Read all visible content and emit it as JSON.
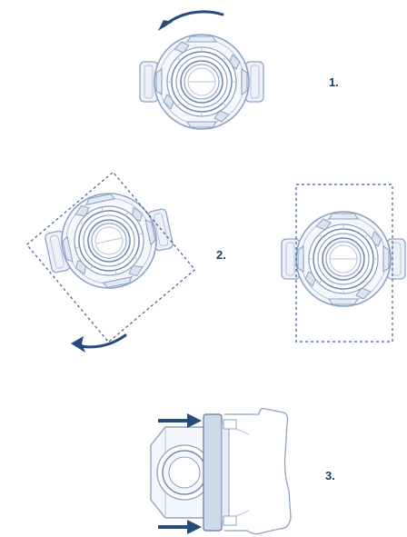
{
  "steps": [
    {
      "label": "1."
    },
    {
      "label": "2."
    },
    {
      "label": "3."
    }
  ],
  "colors": {
    "line": "#9fb2cf",
    "line_dark": "#7f96ba",
    "fill": "#e8edf5",
    "arrow": "#244c7a",
    "dashed": "#3a5f8e",
    "label": "#1f3e63"
  },
  "icons": [
    "rotate-counterclockwise-arrow",
    "push-arrow"
  ]
}
